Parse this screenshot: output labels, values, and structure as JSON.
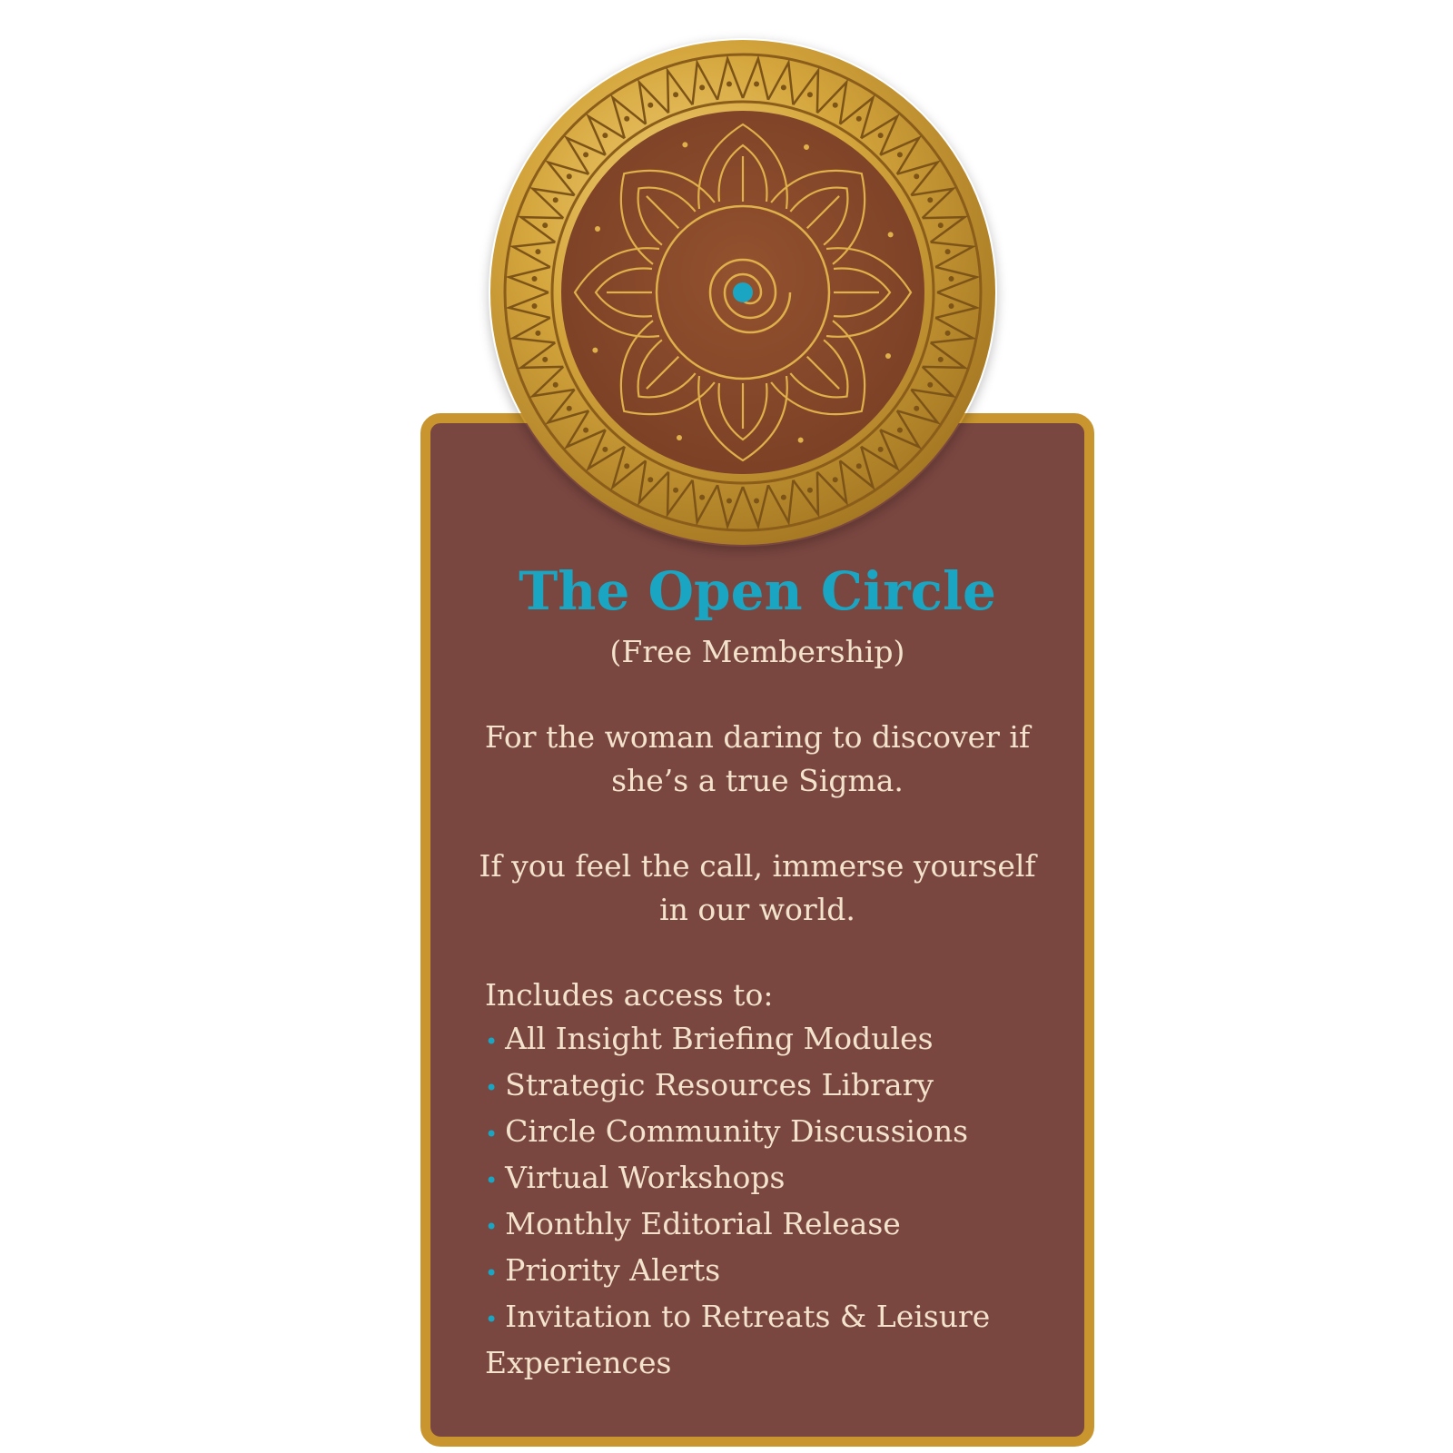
{
  "card": {
    "title": "The Open Circle",
    "subtitle": "(Free Membership)",
    "description_1": "For the woman daring to discover if she’s a true Sigma.",
    "description_2": "If you feel the call, immerse yourself in our world.",
    "includes_heading": "Includes access to:",
    "features": [
      "All Insight Briefing Modules",
      "Strategic Resources Library",
      "Circle Community Discussions",
      "Virtual Workshops",
      "Monthly Editorial Release",
      "Priority Alerts",
      "Invitation to Retreats &  Leisure Experiences"
    ],
    "bullet_glyph": "•"
  },
  "colors": {
    "card_background": "#7a4640",
    "card_border": "#c8952e",
    "accent": "#1aa6c2",
    "text": "#f3e3cc",
    "medallion_center": "#8a4a2c",
    "gold": "#d4a53c"
  },
  "medallion": {
    "icon": "mandala-lotus-spiral-icon"
  }
}
